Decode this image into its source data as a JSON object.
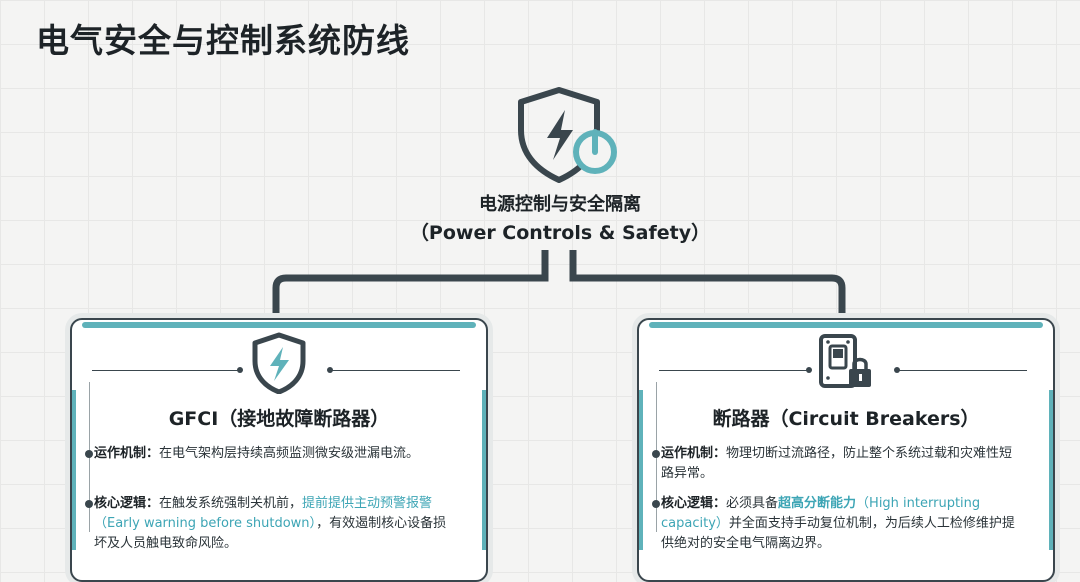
{
  "page": {
    "title": "电气安全与控制系统防线"
  },
  "hero": {
    "title_cn": "电源控制与安全隔离",
    "title_en": "（Power Controls & Safety）"
  },
  "cards": {
    "left": {
      "title": "GFCI（接地故障断路器）",
      "p1_key": "运作机制：",
      "p1_text": "在电气架构层持续高频监测微安级泄漏电流。",
      "p2_key": "核心逻辑：",
      "p2_pre": "在触发系统强制关机前，",
      "p2_hl": "提前提供主动预警报警",
      "p2_en": "（Early warning before shutdown）",
      "p2_post": "，有效遏制核心设备损坏及人员触电致命风险。"
    },
    "right": {
      "title": "断路器（Circuit Breakers）",
      "p1_key": "运作机制：",
      "p1_text": "物理切断过流路径，防止整个系统过载和灾难性短路异常。",
      "p2_key": "核心逻辑：",
      "p2_pre": "必须具备",
      "p2_hl": "超高分断能力",
      "p2_en": "（High interrupting capacity）",
      "p2_post": "并全面支持手动复位机制，为后续人工检修维护提供绝对的安全电气隔离边界。"
    }
  },
  "colors": {
    "accent": "#5fb2ba",
    "dark": "#3a464d",
    "highlight": "#3da5b5"
  },
  "icons": [
    "shield-lightning-power-icon",
    "shield-lightning-icon",
    "breaker-lock-icon"
  ]
}
